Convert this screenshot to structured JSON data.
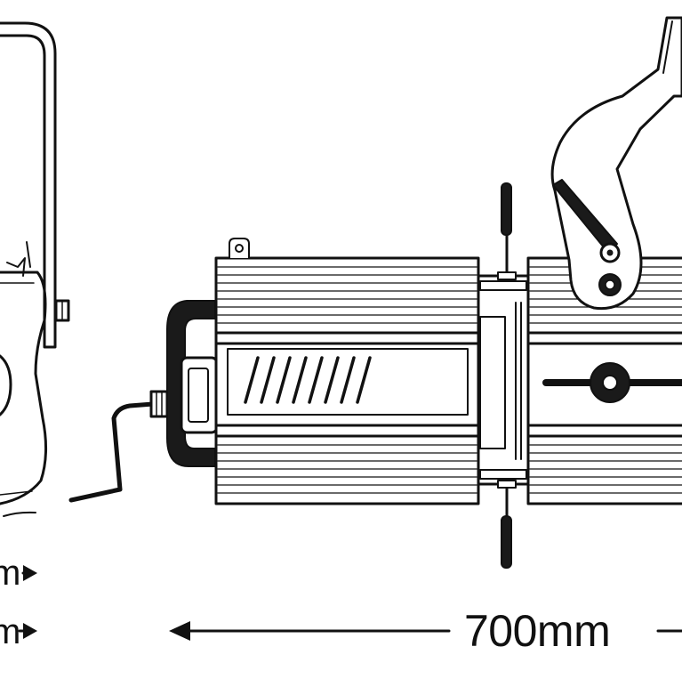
{
  "diagram": {
    "dimension_width": "700mm",
    "dimension_fragment_top": "m",
    "dimension_fragment_bottom": "m"
  },
  "colors": {
    "line": "#111111",
    "fill": "#ffffff",
    "accent_dark": "#1a1a1a"
  }
}
